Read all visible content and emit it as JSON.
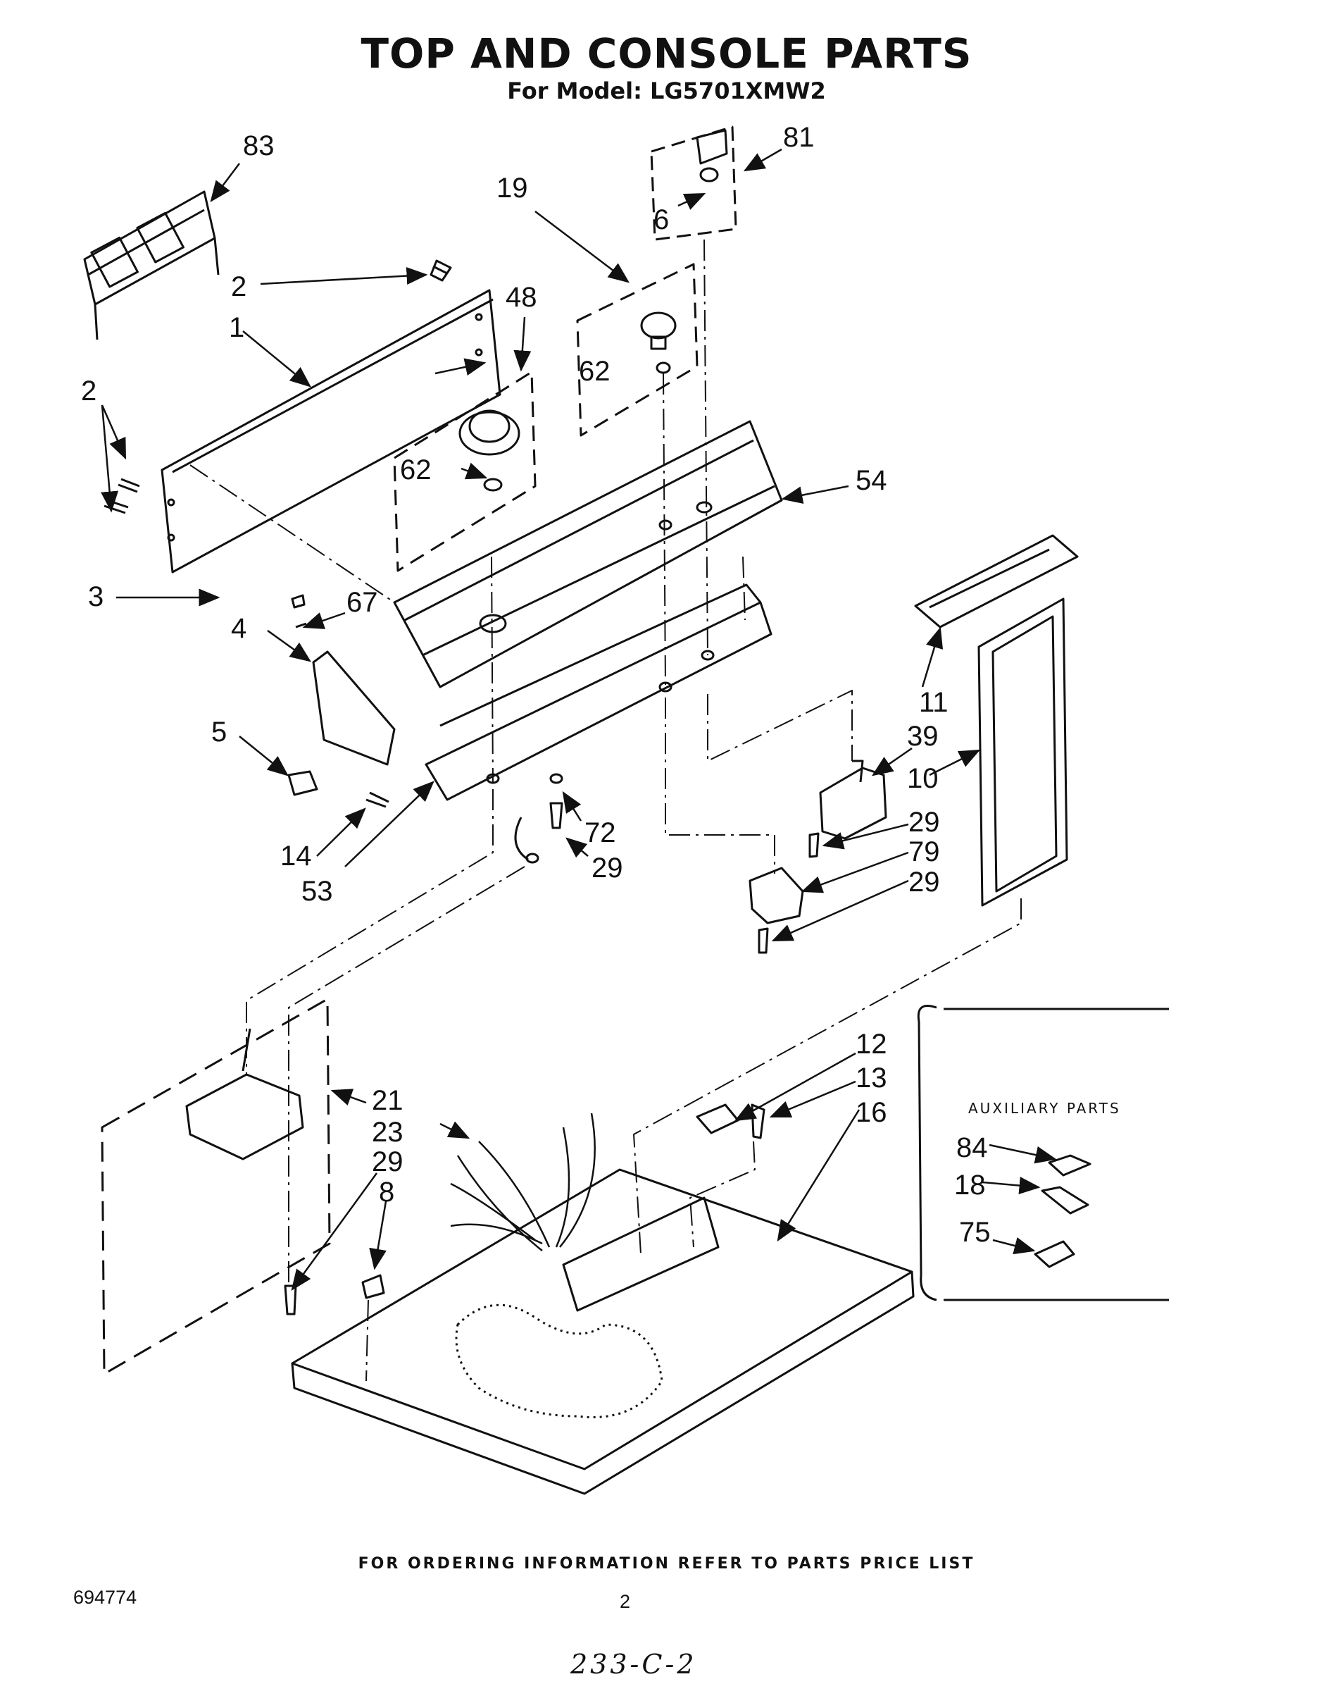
{
  "header": {
    "title": "TOP AND CONSOLE PARTS",
    "subtitle": "For Model: LG5701XMW2"
  },
  "callouts": {
    "c83": "83",
    "c81": "81",
    "c19": "19",
    "c6": "6",
    "c2a": "2",
    "c1": "1",
    "c48": "48",
    "c62a": "62",
    "c62b": "62",
    "c2b": "2",
    "c54": "54",
    "c3": "3",
    "c67": "67",
    "c4": "4",
    "c11": "11",
    "c39": "39",
    "c10": "10",
    "c5": "5",
    "c72": "72",
    "c29a": "29",
    "c29b": "29",
    "c79": "79",
    "c29c": "29",
    "c14": "14",
    "c53": "53",
    "c12": "12",
    "c13": "13",
    "c16": "16",
    "c21": "21",
    "c23": "23",
    "c29d": "29",
    "c8": "8"
  },
  "auxiliary": {
    "title": "AUXILIARY PARTS",
    "items": [
      "84",
      "18",
      "75"
    ]
  },
  "footer": {
    "ordering_note": "FOR ORDERING INFORMATION REFER TO PARTS PRICE LIST",
    "doc_number": "694774",
    "page_number": "2",
    "handwritten": "233-C-2"
  }
}
